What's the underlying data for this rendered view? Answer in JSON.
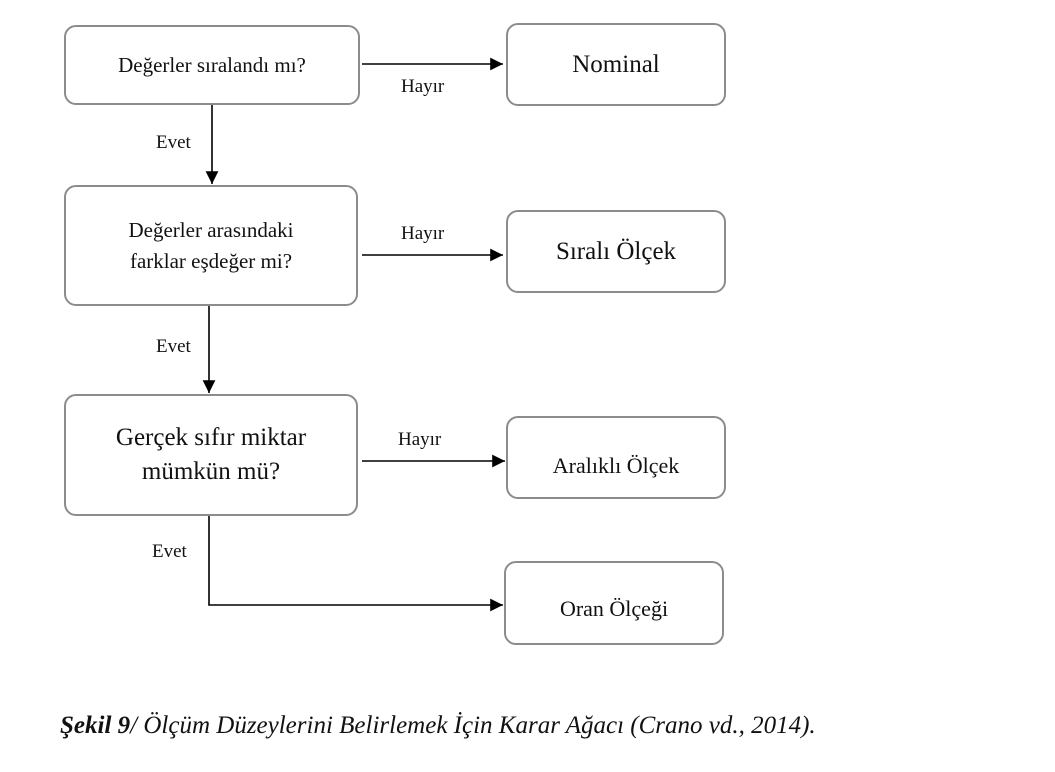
{
  "questions": [
    {
      "lines": [
        "Değerler sıralandı mı?"
      ]
    },
    {
      "lines": [
        "Değerler arasındaki",
        "farklar eşdeğer mi?"
      ]
    },
    {
      "lines": [
        "Gerçek sıfır miktar",
        "mümkün mü?"
      ]
    }
  ],
  "outcomes": [
    "Nominal",
    "Sıralı Ölçek",
    "Aralıklı Ölçek",
    "Oran Ölçeği"
  ],
  "edges": {
    "no": "Hayır",
    "yes": "Evet"
  },
  "caption": {
    "label": "Şekil 9",
    "separator": "/",
    "text": " Ölçüm Düzeylerini Belirlemek İçin Karar Ağacı (Crano vd., 2014)."
  }
}
